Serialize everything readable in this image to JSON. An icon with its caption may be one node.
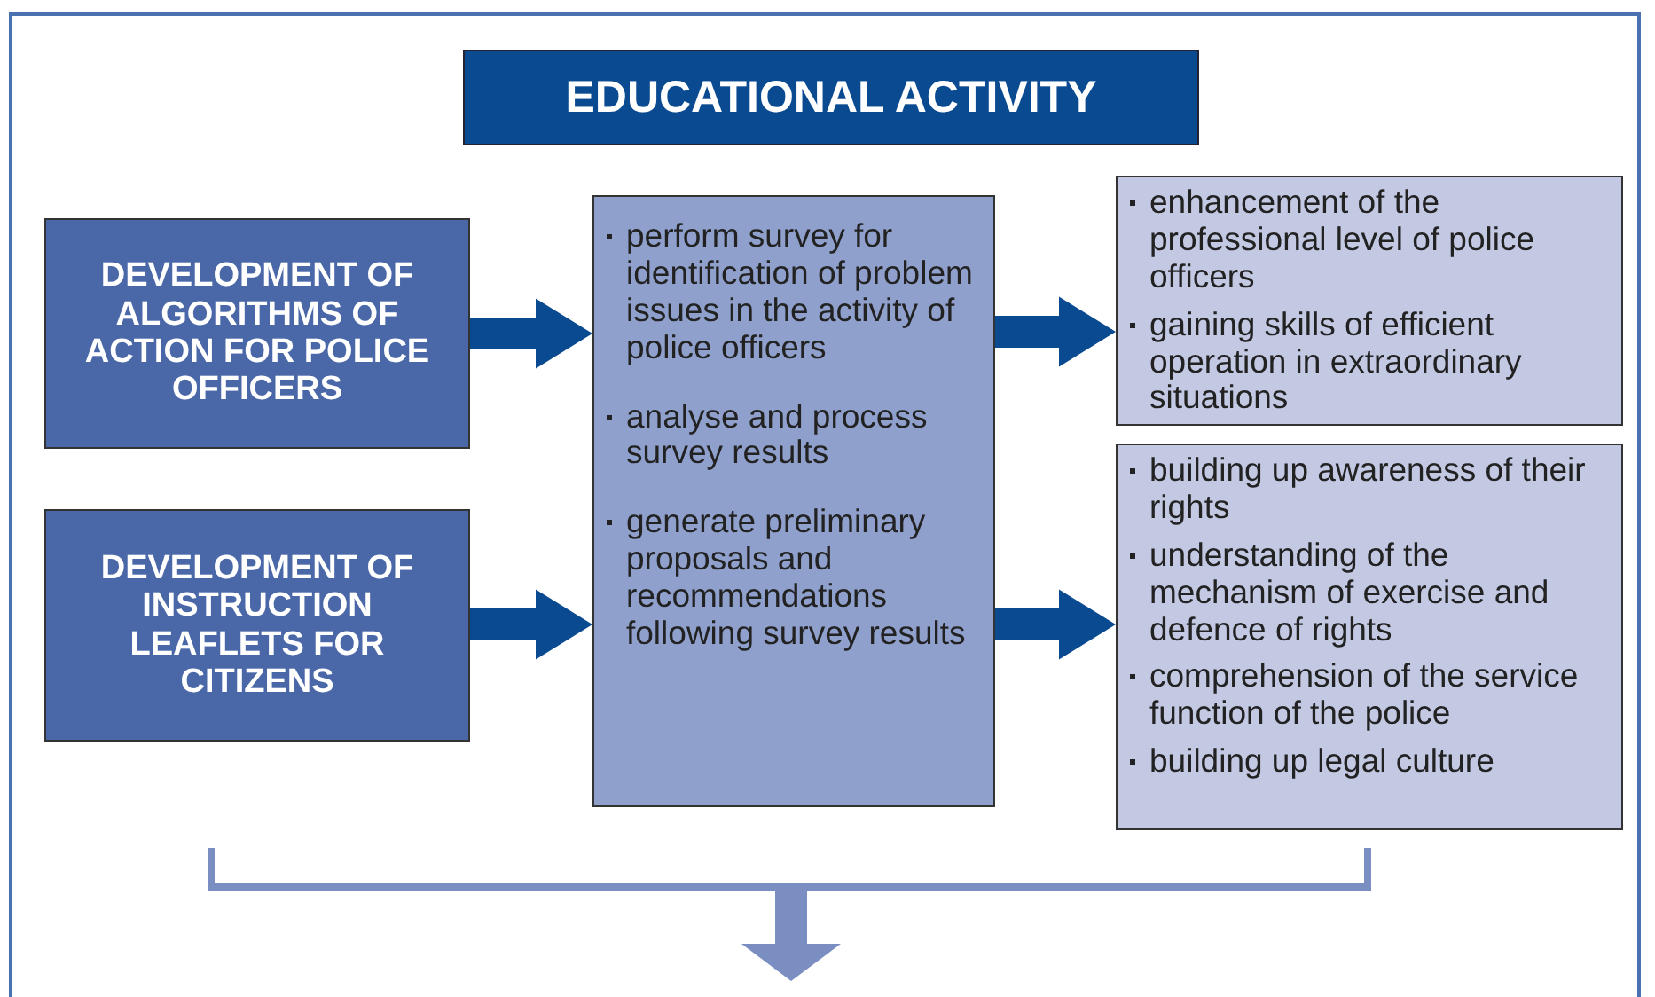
{
  "diagram": {
    "title": "EDUCATIONAL ACTIVITY",
    "nodes": [
      {
        "text": [
          "DEVELOPMENT OF ALGORITHMS OF ACTION FOR POLICE OFFICERS"
        ]
      },
      {
        "text": [
          "DEVELOPMENT OF INSTRUCTION LEAFLETS FOR CITIZENS"
        ]
      },
      {
        "text": [
          "perform survey for identification of problem issues in the activity of police officers",
          "analyse and process survey results",
          "generate preliminary proposals and recommendations following survey results"
        ]
      },
      {
        "text": [
          "enhancement of the professional level of police officers",
          "gaining skills of efficient operation in extraordinary situations"
        ]
      },
      {
        "text": [
          "building up awareness of their rights",
          "understanding of the mechanism of exercise and defence of rights",
          "comprehension of the service function of the police",
          "building up legal culture"
        ]
      }
    ],
    "edges": [
      {
        "from": 0,
        "to": 2,
        "arrow": "to",
        "style": "thick"
      },
      {
        "from": 1,
        "to": 2,
        "arrow": "to",
        "style": "thick"
      },
      {
        "from": 2,
        "to": 3,
        "arrow": "to",
        "style": "thick"
      },
      {
        "from": 2,
        "to": 4,
        "arrow": "to",
        "style": "thick"
      }
    ]
  }
}
